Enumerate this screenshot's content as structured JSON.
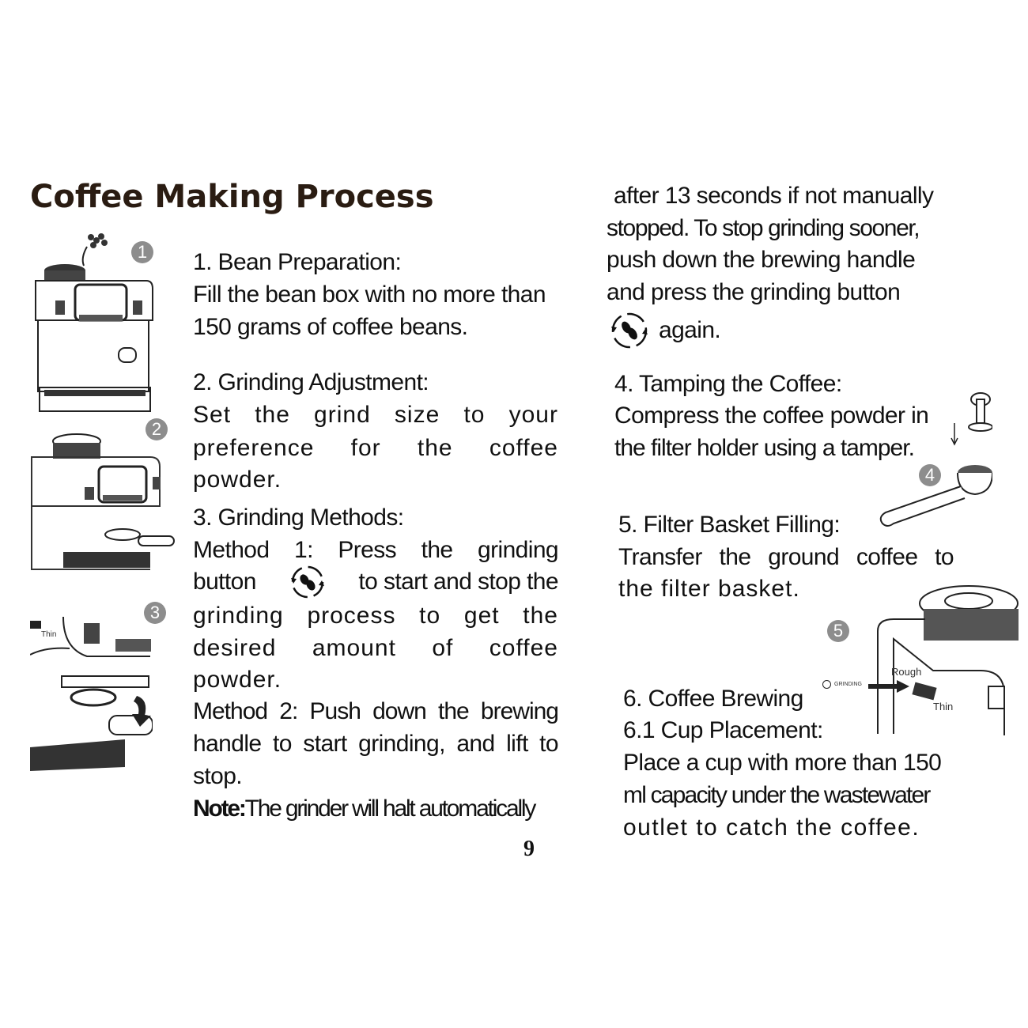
{
  "title": "Coffee Making Process",
  "page_number": "9",
  "left": {
    "s1": [
      "1. Bean Preparation:",
      "Fill the bean box with no more than",
      "150 grams of coffee beans."
    ],
    "s2": [
      "2. Grinding Adjustment:",
      "Set the grind size to your",
      "preference for the coffee",
      "powder."
    ],
    "s3": {
      "heading": "3. Grinding Methods:",
      "m1_line1": "Method 1: Press the grinding",
      "m1_button_word": "button",
      "m1_line2_rest": "to start and stop the",
      "m1_line3": "grinding process to get the",
      "m1_line4": "desired amount of coffee",
      "m1_line5": "powder.",
      "m2": [
        "Method 2: Push down the brewing",
        "handle to start grinding, and lift to",
        "stop."
      ],
      "note_label": "Note:",
      "note_text": "The grinder will halt automatically"
    }
  },
  "right": {
    "cont": [
      "after 13 seconds if not manually",
      "stopped. To stop grinding sooner,",
      "push down the brewing handle",
      "and press the grinding button"
    ],
    "cont_again": "again.",
    "s4": [
      "4. Tamping the Coffee:",
      "Compress the coffee powder in",
      "the filter holder using a tamper."
    ],
    "s5": [
      "5. Filter Basket Filling:",
      "Transfer the ground coffee to",
      "the filter basket."
    ],
    "s6": [
      "6. Coffee Brewing",
      "6.1 Cup Placement:",
      "Place a cup with more than 150",
      "ml capacity under the wastewater",
      "outlet to catch the coffee."
    ]
  },
  "figures": {
    "badges": [
      "1",
      "2",
      "3",
      "4",
      "5"
    ],
    "label_thin": "Thin",
    "label_rough": "Rough",
    "label_grinding": "GRINDING"
  },
  "colors": {
    "title": "#2a1c12",
    "badge": "#8d8d8d"
  }
}
